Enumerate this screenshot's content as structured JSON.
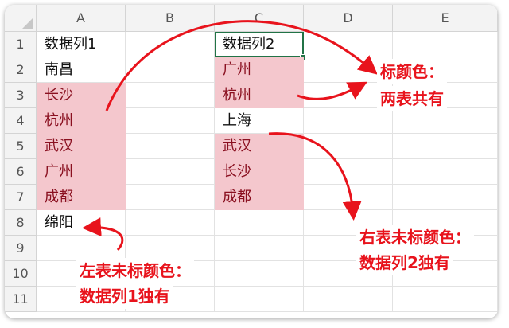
{
  "columns": [
    "A",
    "B",
    "C",
    "D",
    "E"
  ],
  "rows": [
    "1",
    "2",
    "3",
    "4",
    "5",
    "6",
    "7",
    "8",
    "9",
    "10",
    "11"
  ],
  "column_a": [
    "数据列1",
    "南昌",
    "长沙",
    "杭州",
    "武汉",
    "广州",
    "成都",
    "绵阳"
  ],
  "column_c": [
    "数据列2",
    "广州",
    "杭州",
    "上海",
    "武汉",
    "长沙",
    "成都"
  ],
  "annotations": {
    "both_line1": "标颜色：",
    "both_line2": "两表共有",
    "right_line1": "右表未标颜色：",
    "right_line2": "数据列2独有",
    "left_line1": "左表未标颜色：",
    "left_line2": "数据列1独有"
  },
  "colors": {
    "highlight_fill": "#f4c7cd",
    "highlight_text": "#8a1020",
    "annotation": "#e8131c",
    "selection": "#217346"
  }
}
